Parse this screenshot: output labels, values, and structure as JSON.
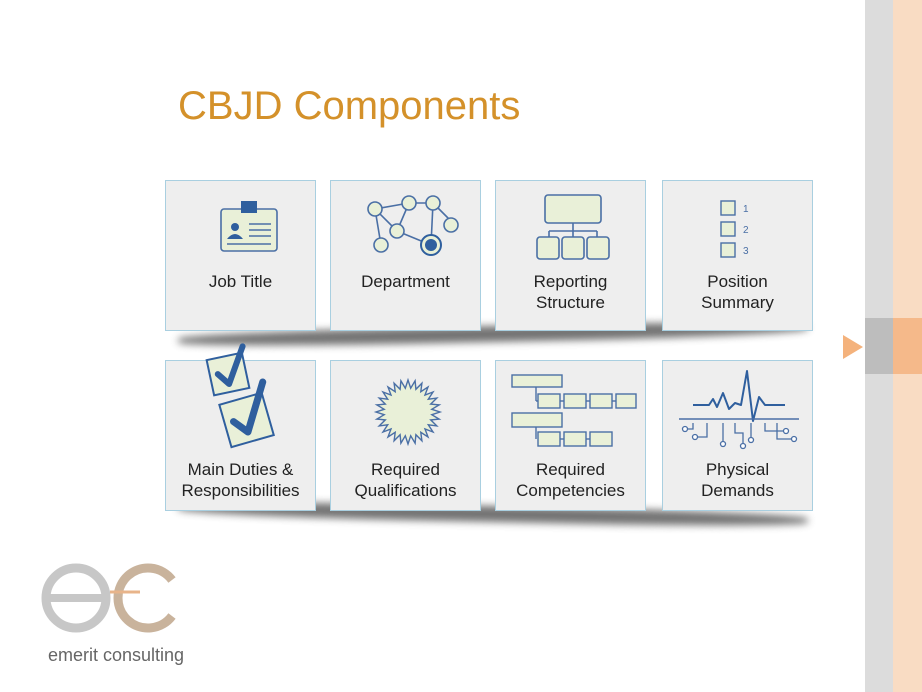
{
  "slide": {
    "title": "CBJD Components",
    "tiles": [
      {
        "label_1": "Job Title",
        "label_2": "",
        "icon": "id-badge-icon"
      },
      {
        "label_1": "Department",
        "label_2": "",
        "icon": "network-icon"
      },
      {
        "label_1": "Reporting",
        "label_2": "Structure",
        "icon": "org-chart-icon"
      },
      {
        "label_1": "Position",
        "label_2": "Summary",
        "icon": "numbered-checklist-icon",
        "numbers": [
          "1",
          "2",
          "3"
        ]
      },
      {
        "label_1": "Main Duties &",
        "label_2": "Responsibilities",
        "icon": "checkmark-boxes-icon"
      },
      {
        "label_1": "Required",
        "label_2": "Qualifications",
        "icon": "seal-starburst-icon"
      },
      {
        "label_1": "Required",
        "label_2": "Competencies",
        "icon": "flowchart-icon"
      },
      {
        "label_1": "Physical",
        "label_2": "Demands",
        "icon": "pulse-circuit-icon"
      }
    ]
  },
  "logo": {
    "text": "emerit consulting",
    "icon": "ec-logo-icon"
  },
  "colors": {
    "title": "#d4912a",
    "icon_stroke": "#4a6fa5",
    "icon_fill": "#e9f0d8",
    "tile_border": "#a9cfe0",
    "accent": "#f4b27c"
  }
}
